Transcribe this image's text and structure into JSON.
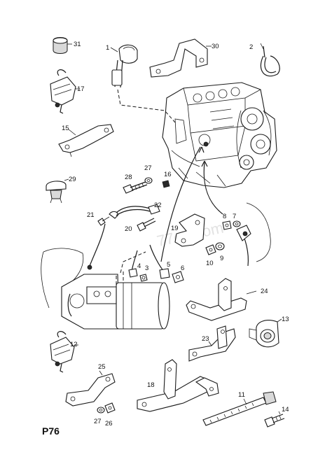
{
  "page_ref": "P76",
  "watermark": "77op.com",
  "callouts": {
    "c1": "1",
    "c2": "2",
    "c3": "3",
    "c4": "4",
    "c5": "5",
    "c6": "6",
    "c7": "7",
    "c8": "8",
    "c9": "9",
    "c10": "10",
    "c11": "11",
    "c12": "12",
    "c13": "13",
    "c14": "14",
    "c15": "15",
    "c16": "16",
    "c17": "17",
    "c18": "18",
    "c19": "19",
    "c20": "20",
    "c21": "21",
    "c22": "22",
    "c23": "23",
    "c24": "24",
    "c25": "25",
    "c26": "26",
    "c27a": "27",
    "c27b": "27",
    "c28": "28",
    "c29": "29",
    "c30": "30",
    "c31": "31"
  }
}
